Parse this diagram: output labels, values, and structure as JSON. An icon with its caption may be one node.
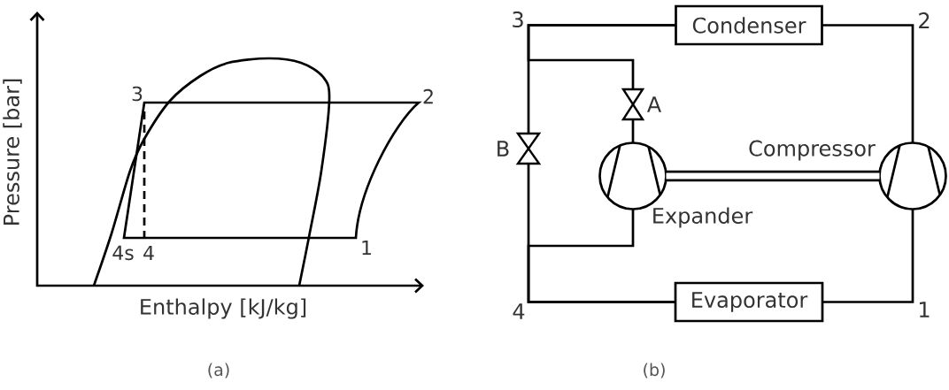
{
  "diagram": {
    "nodes": [
      {
        "text": [
          "Condenser"
        ]
      },
      {
        "text": [],
        "shape": "valve",
        "beside": [
          "A"
        ]
      },
      {
        "text": [],
        "shape": "valve",
        "beside": [
          "B"
        ]
      },
      {
        "text": [],
        "shape": "circle",
        "beside": [
          "Expander"
        ]
      },
      {
        "text": [],
        "shape": "circle",
        "beside": [
          "Compressor"
        ]
      },
      {
        "text": [
          "Evaporator"
        ]
      }
    ],
    "edges": [
      {
        "from": 0,
        "to": 2,
        "arrow": "none"
      },
      {
        "from": 0,
        "to": 1,
        "arrow": "none"
      },
      {
        "from": 1,
        "to": 3,
        "arrow": "none"
      },
      {
        "from": 2,
        "to": 5,
        "arrow": "none"
      },
      {
        "from": 3,
        "to": 5,
        "arrow": "none"
      },
      {
        "from": 5,
        "to": 4,
        "arrow": "none"
      },
      {
        "from": 4,
        "to": 0,
        "arrow": "none"
      },
      {
        "from": 3,
        "to": 4,
        "arrow": "none",
        "style": "thick"
      }
    ],
    "labels": [
      "Pressure [bar]",
      "Enthalpy [kJ/kg]",
      "3",
      "2",
      "4s",
      "4",
      "1",
      "(a)",
      "3",
      "2",
      "4",
      "1",
      "(b)"
    ]
  }
}
